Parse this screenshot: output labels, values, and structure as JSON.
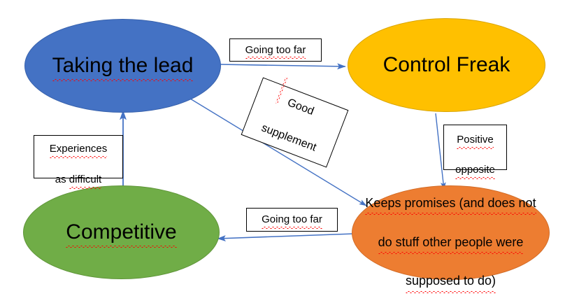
{
  "diagram": {
    "title": "Taking the lead behaviour cycle",
    "background": "#FFFFFF",
    "edge_color": "#4472C4",
    "spellcheck_color": "#FF0000",
    "nodes": [
      {
        "id": "taking-the-lead",
        "label": "Taking the lead",
        "color": "#4472C4",
        "shape": "ellipse",
        "misspelled": true
      },
      {
        "id": "control-freak",
        "label": "Control Freak",
        "color": "#FFC000",
        "shape": "ellipse",
        "misspelled": false
      },
      {
        "id": "competitive",
        "label": "Competitive",
        "color": "#70AD47",
        "shape": "ellipse",
        "misspelled": true
      },
      {
        "id": "keeps-promises",
        "label": "Keeps promises (and does not\ndo stuff other people were\nsupposed to do)",
        "line1": "Keeps promises (and does not",
        "line2": "do stuff other people were",
        "line3": "supposed to do)",
        "color": "#ED7D31",
        "shape": "ellipse",
        "misspelled": true
      }
    ],
    "edge_labels": [
      {
        "id": "going-too-far-top",
        "text": "Going too far",
        "from": "taking-the-lead",
        "to": "control-freak",
        "rotation": 0
      },
      {
        "id": "good-supplement",
        "line1": "Good",
        "line2": "supplement",
        "text": "Good supplement",
        "from": "taking-the-lead",
        "to": "keeps-promises",
        "rotation": 21
      },
      {
        "id": "positive-opposite",
        "line1": "Positive",
        "line2": "opposite",
        "text": "Positive opposite",
        "from": "control-freak",
        "to": "keeps-promises",
        "rotation": 0
      },
      {
        "id": "experiences-as-difficult",
        "line1": "Experiences",
        "line2": "as difficult",
        "text": "Experiences as difficult",
        "from": "competitive",
        "to": "taking-the-lead",
        "rotation": 0
      },
      {
        "id": "going-too-far-bottom",
        "text": "Going too far",
        "from": "keeps-promises",
        "to": "competitive",
        "rotation": 0
      }
    ]
  }
}
